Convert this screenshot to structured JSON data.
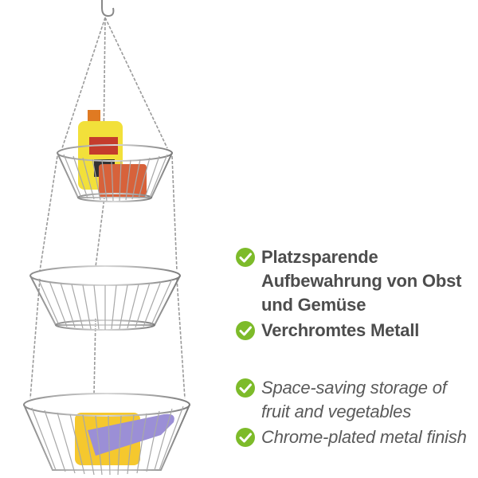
{
  "features": {
    "de": [
      "Platzsparende Aufbewahrung von Obst und Gemüse",
      "Verchromtes Metall"
    ],
    "en": [
      "Space-saving storage of fruit and vegetables",
      "Chrome-plated metal finish"
    ]
  },
  "colors": {
    "check_green": "#7dbb2a",
    "text_gray": "#4d4d4d",
    "chrome": "#9a9a9a",
    "bottle_yellow": "#f2e03a",
    "sponge_orange": "#d7623b",
    "sponge_yellow": "#f5c82e",
    "scoop_purple": "#9b8fd6"
  },
  "icons": [
    "check-icon",
    "hanging-basket-illustration"
  ]
}
